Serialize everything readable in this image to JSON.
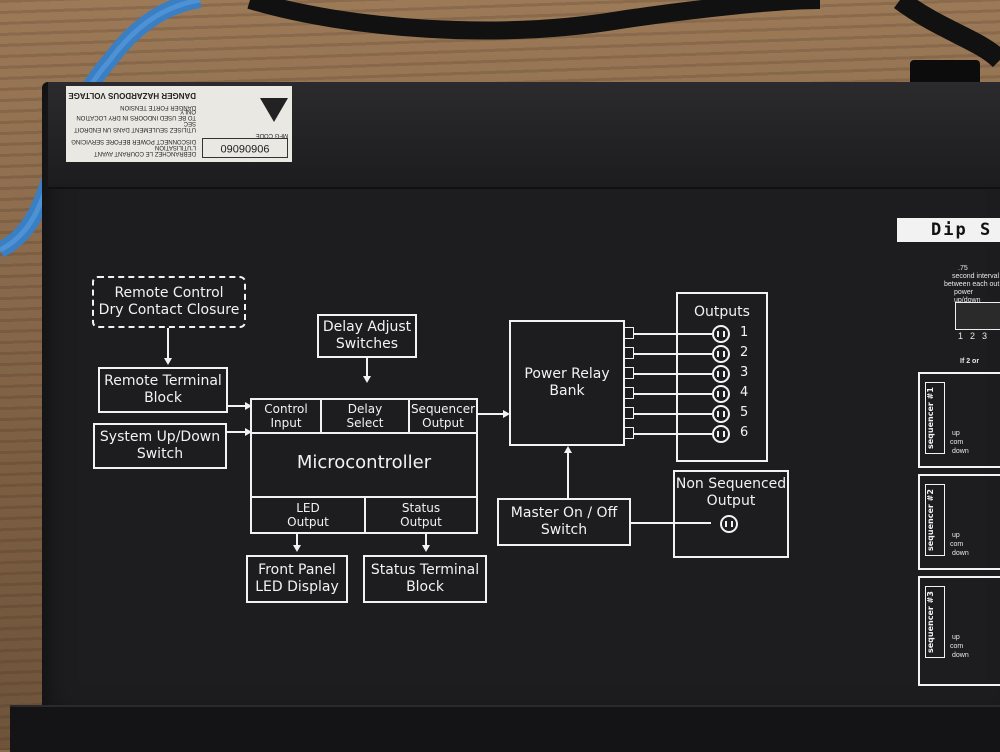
{
  "label": {
    "mfg_code_caption": "MFG CODE",
    "mfg_code": "90606060",
    "danger": "DANGER HAZARDOUS VOLTAGE",
    "danger_fr": "DANGER FORTE TENSION",
    "line1": "TO BE USED INDOORS IN DRY LOCATION ONLY",
    "line2": "UTILISEZ SEULEMENT DANS UN ENDROIT SEC",
    "line3": "DISCONNECT POWER BEFORE SERVICING",
    "line4": "DEBRANCHEZ LE COURANT AVANT L'UTILISATION"
  },
  "diagram": {
    "remote_control": [
      "Remote Control",
      "Dry Contact Closure"
    ],
    "remote_terminal": [
      "Remote Terminal",
      "Block"
    ],
    "system_switch": [
      "System Up/Down",
      "Switch"
    ],
    "delay_adjust": [
      "Delay Adjust",
      "Switches"
    ],
    "control_input": [
      "Control",
      "Input"
    ],
    "delay_select": [
      "Delay",
      "Select"
    ],
    "sequencer_output": [
      "Sequencer",
      "Output"
    ],
    "microcontroller": "Microcontroller",
    "led_output": [
      "LED",
      "Output"
    ],
    "status_output": [
      "Status",
      "Output"
    ],
    "front_panel": [
      "Front Panel",
      "LED Display"
    ],
    "status_terminal": [
      "Status Terminal",
      "Block"
    ],
    "power_relay": [
      "Power Relay",
      "Bank"
    ],
    "outputs_title": "Outputs",
    "outputs": [
      "1",
      "2",
      "3",
      "4",
      "5",
      "6"
    ],
    "master_switch": [
      "Master On / Off",
      "Switch"
    ],
    "non_sequenced": [
      "Non Sequenced",
      "Output"
    ]
  },
  "dip": {
    "title": "Dip S",
    "note_value": ".75",
    "note1": "second interval",
    "note2": "between each out",
    "note3": "power up/down",
    "switch_numbers": [
      "1",
      "2",
      "3"
    ],
    "if_text": "If 2 or",
    "sequencers": [
      {
        "tag": "sequencer #1",
        "u": "up",
        "c": "com",
        "d": "down"
      },
      {
        "tag": "sequencer #2",
        "u": "up",
        "c": "com",
        "d": "down"
      },
      {
        "tag": "sequencer #3",
        "u": "up",
        "c": "com",
        "d": "down"
      }
    ]
  }
}
